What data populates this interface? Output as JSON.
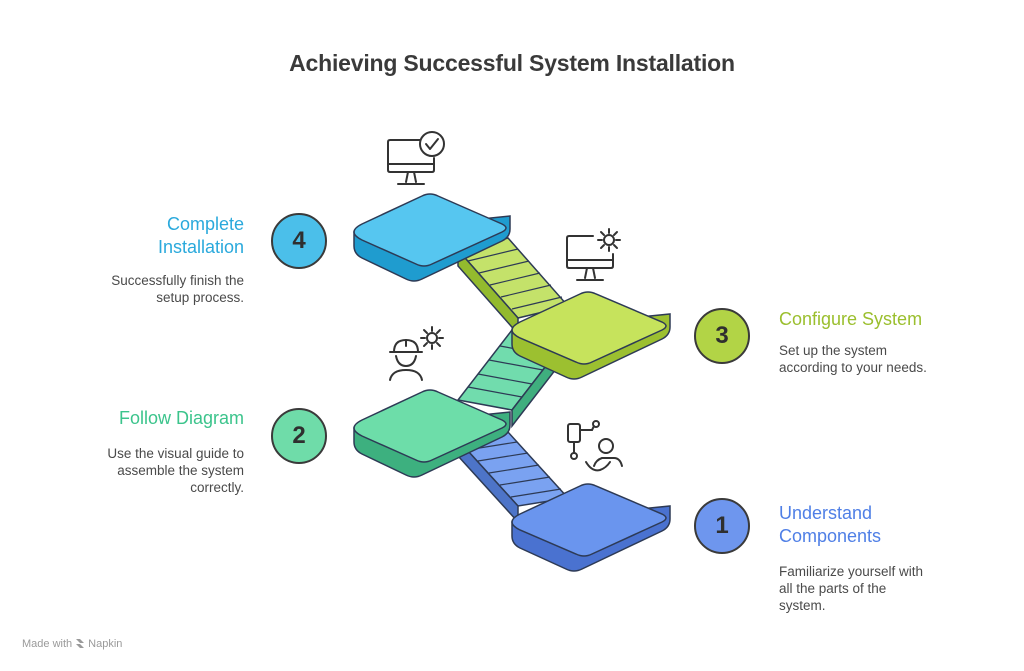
{
  "title": "Achieving Successful System Installation",
  "steps": [
    {
      "number": "1",
      "heading_line1": "Understand",
      "heading_line2": "Components",
      "desc_line1": "Familiarize yourself with",
      "desc_line2": "all the parts of the",
      "desc_line3": "system.",
      "color": "#5b8def",
      "icon": "components-diagram-person-icon"
    },
    {
      "number": "2",
      "heading_line1": "Follow Diagram",
      "desc_line1": "Use the visual guide to",
      "desc_line2": "assemble the system",
      "desc_line3": "correctly.",
      "color": "#3fcc94",
      "icon": "worker-gear-icon"
    },
    {
      "number": "3",
      "heading_line1": "Configure System",
      "desc_line1": "Set up the system",
      "desc_line2": "according to your needs.",
      "color": "#a8cf3a",
      "icon": "monitor-gear-icon"
    },
    {
      "number": "4",
      "heading_line1": "Complete",
      "heading_line2": "Installation",
      "desc_line1": "Successfully finish the",
      "desc_line2": "setup process.",
      "color": "#2bb5e8",
      "icon": "monitor-check-icon"
    }
  ],
  "footer": {
    "made_with": "Made with",
    "brand": "Napkin"
  }
}
